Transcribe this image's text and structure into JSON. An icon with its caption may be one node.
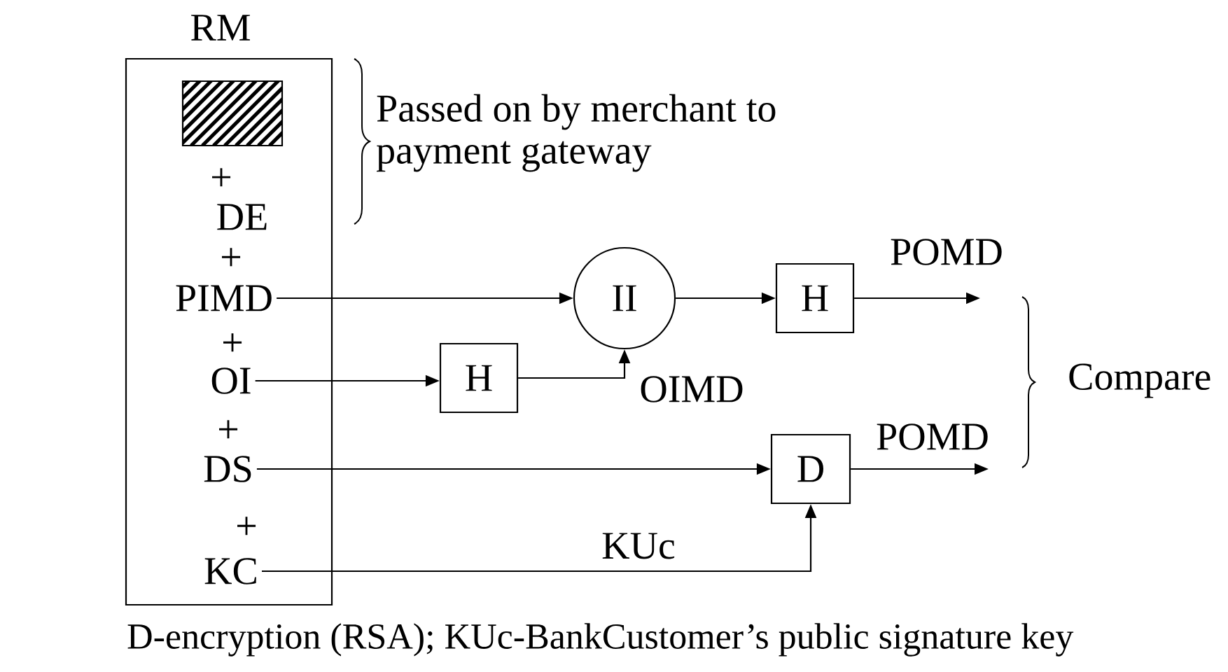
{
  "diagram": {
    "caption": "D-encryption (RSA); KUc-BankCustomer’s public signature key",
    "nodes": [
      {
        "text": [
          "RM"
        ]
      },
      {
        "text": [],
        "shape": "box",
        "in": 0
      },
      {
        "text": [
          "PIMD"
        ],
        "in": 0
      },
      {
        "text": [
          "OI"
        ],
        "in": 0
      },
      {
        "text": [
          "DS"
        ],
        "in": 0
      },
      {
        "text": [
          "KC"
        ],
        "in": 0
      },
      {
        "text": [
          "II"
        ]
      },
      {
        "text": [
          "H"
        ]
      },
      {
        "text": [
          "H"
        ]
      },
      {
        "text": [
          "D"
        ]
      }
    ],
    "edges": [
      {
        "from": 2,
        "to": 6,
        "arrow": "to"
      },
      {
        "from": 3,
        "to": 8,
        "arrow": "to"
      },
      {
        "from": 8,
        "to": 6,
        "arrow": "to",
        "label": "OIMD"
      },
      {
        "from": 6,
        "to": 7,
        "arrow": "to"
      },
      {
        "from": 7,
        "to": null,
        "arrow": "to",
        "label": "POMD"
      },
      {
        "from": 4,
        "to": 9,
        "arrow": "to"
      },
      {
        "from": 5,
        "to": 9,
        "arrow": "to",
        "label": "KUc"
      },
      {
        "from": 9,
        "to": null,
        "arrow": "to",
        "label": "POMD"
      }
    ],
    "labels": [
      "Passed on by merchant to payment gateway",
      "+",
      "DE",
      "+",
      "+",
      "Compare",
      "+",
      "+"
    ]
  }
}
